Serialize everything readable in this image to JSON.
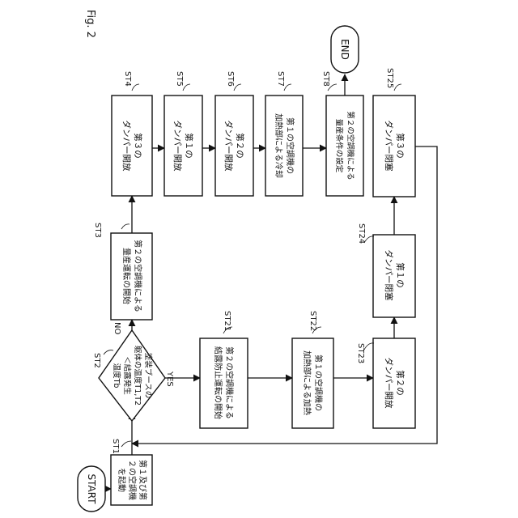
{
  "figure_label": "Fig. 2",
  "terminals": {
    "start": "START",
    "end": "END"
  },
  "steps": {
    "st1": {
      "id": "ST1",
      "lines": [
        "第１及び第",
        "２の空調機",
        "を起動"
      ]
    },
    "st2": {
      "id": "ST2",
      "lines": [
        "塗装ブースの",
        "躯体の温度T1,T2",
        "＜結露発生",
        "温度Tb"
      ]
    },
    "st2_yes": "YES",
    "st2_no": "NO",
    "st3": {
      "id": "ST3",
      "lines": [
        "第２の空調機による",
        "量産運転の開始"
      ]
    },
    "st4": {
      "id": "ST4",
      "lines": [
        "第３の",
        "ダンパー開放"
      ]
    },
    "st5": {
      "id": "ST5",
      "lines": [
        "第１の",
        "ダンパー開放"
      ]
    },
    "st6": {
      "id": "ST6",
      "lines": [
        "第２の",
        "ダンパー開放"
      ]
    },
    "st7": {
      "id": "ST7",
      "lines": [
        "第１の空調機の",
        "加熱部による冷却"
      ]
    },
    "st8": {
      "id": "ST8",
      "lines": [
        "第２の空調機による",
        "量産条件の設定"
      ]
    },
    "st21": {
      "id": "ST21",
      "lines": [
        "第２の空調機による",
        "結露防止運転の開始"
      ]
    },
    "st22": {
      "id": "ST22",
      "lines": [
        "第１の空調機の",
        "加熱部による加熱"
      ]
    },
    "st23": {
      "id": "ST23",
      "lines": [
        "第２の",
        "ダンパー開放"
      ]
    },
    "st24": {
      "id": "ST24",
      "lines": [
        "第１の",
        "ダンパー閉塞"
      ]
    },
    "st25": {
      "id": "ST25",
      "lines": [
        "第３の",
        "ダンパー閉塞"
      ]
    }
  }
}
